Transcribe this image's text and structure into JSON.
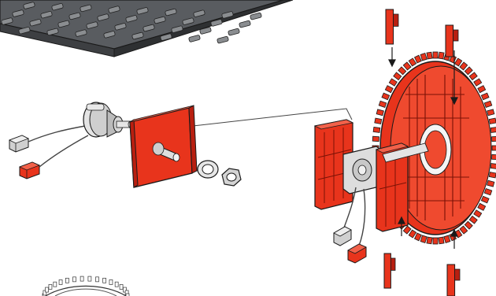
{
  "illustration": {
    "style": "exploded assembly instruction drawing",
    "colors": {
      "part_red": "#e8341c",
      "part_red_dark": "#b81f10",
      "plate_grey": "#595c60",
      "plate_grey_dark": "#3d3f42",
      "plate_grey_light": "#8a8d90",
      "metal_light": "#d8d8d8",
      "metal_dark": "#8c8c8c",
      "outline": "#1a1a1a",
      "background": "#ffffff"
    },
    "parts": [
      {
        "name": "grey-base-plate",
        "icon": "base-plate-icon"
      },
      {
        "name": "potentiometer-with-cable",
        "icon": "potentiometer-icon"
      },
      {
        "name": "red-mounting-plate",
        "icon": "mounting-plate-icon"
      },
      {
        "name": "washer",
        "icon": "washer-icon"
      },
      {
        "name": "hex-nut",
        "icon": "hex-nut-icon"
      },
      {
        "name": "red-gear-wheel",
        "icon": "gear-icon"
      },
      {
        "name": "red-building-blocks",
        "icon": "building-block-icon"
      },
      {
        "name": "red-connector-pins",
        "icon": "pin-icon"
      },
      {
        "name": "grey-gear-partial",
        "icon": "gear-icon"
      }
    ],
    "arrows": 4
  }
}
